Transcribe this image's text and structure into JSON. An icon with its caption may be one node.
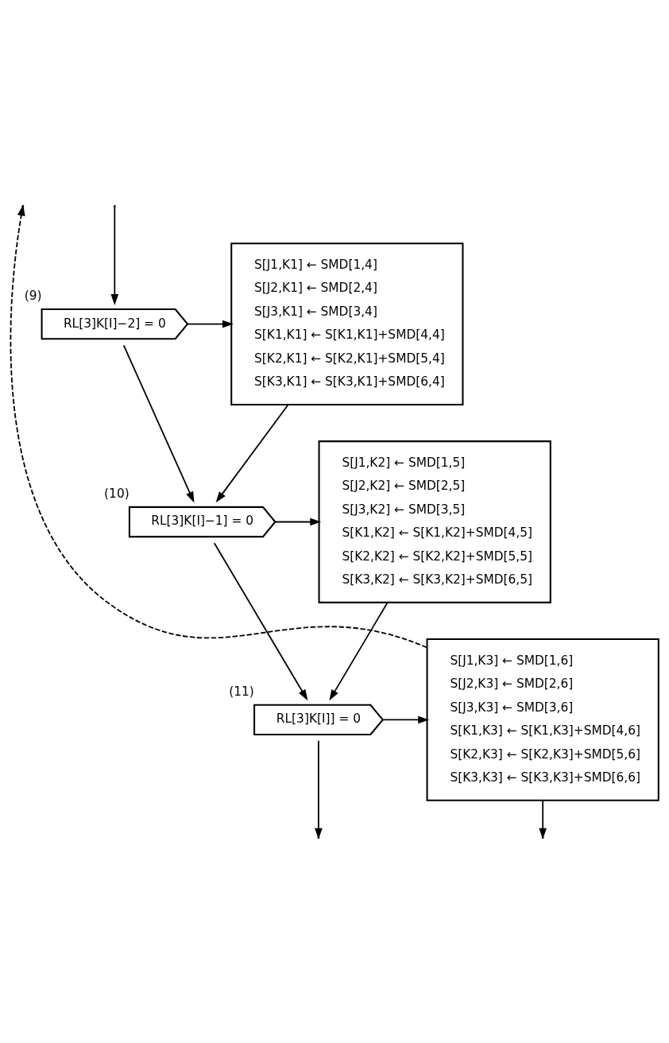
{
  "diagram": {
    "nodes": [
      {
        "text": [
          "RL[3]K[I]−2] = 0"
        ],
        "beside": [
          "(9)"
        ]
      },
      {
        "text": [
          "S[J1,K1] ← SMD[1,4]",
          "S[J2,K1] ← SMD[2,4]",
          "S[J3,K1] ← SMD[3,4]",
          "S[K1,K1] ← S[K1,K1]+SMD[4,4]",
          "S[K2,K1] ← S[K2,K1]+SMD[5,4]",
          "S[K3,K1] ← S[K3,K1]+SMD[6,4]"
        ]
      },
      {
        "text": [
          "RL[3]K[I]−1] = 0"
        ],
        "beside": [
          "(10)"
        ]
      },
      {
        "text": [
          "S[J1,K2] ← SMD[1,5]",
          "S[J2,K2] ← SMD[2,5]",
          "S[J3,K2] ← SMD[3,5]",
          "S[K1,K2] ← S[K1,K2]+SMD[4,5]",
          "S[K2,K2] ← S[K2,K2]+SMD[5,5]",
          "S[K3,K2] ← S[K3,K2]+SMD[6,5]"
        ]
      },
      {
        "text": [
          "RL[3]K[I]] = 0"
        ],
        "beside": [
          "(11)"
        ]
      },
      {
        "text": [
          "S[J1,K3] ← SMD[1,6]",
          "S[J2,K3] ← SMD[2,6]",
          "S[J3,K3] ← SMD[3,6]",
          "S[K1,K3] ← S[K1,K3]+SMD[4,6]",
          "S[K2,K3] ← S[K2,K3]+SMD[5,6]",
          "S[K3,K3] ← S[K3,K3]+SMD[6,6]"
        ]
      }
    ],
    "edges": [
      {
        "from": null,
        "to": 0,
        "arrow": "to"
      },
      {
        "from": 0,
        "to": 1,
        "arrow": "to"
      },
      {
        "from": 0,
        "to": 2,
        "arrow": "to"
      },
      {
        "from": 1,
        "to": 2,
        "arrow": "to"
      },
      {
        "from": 2,
        "to": 3,
        "arrow": "to"
      },
      {
        "from": 2,
        "to": 4,
        "arrow": "to"
      },
      {
        "from": 3,
        "to": 4,
        "arrow": "to"
      },
      {
        "from": 4,
        "to": 5,
        "arrow": "to"
      },
      {
        "from": 4,
        "to": null,
        "arrow": "to"
      },
      {
        "from": 5,
        "to": null,
        "arrow": "to",
        "style": "dashed"
      },
      {
        "from": 5,
        "to": null,
        "arrow": "to"
      }
    ]
  }
}
